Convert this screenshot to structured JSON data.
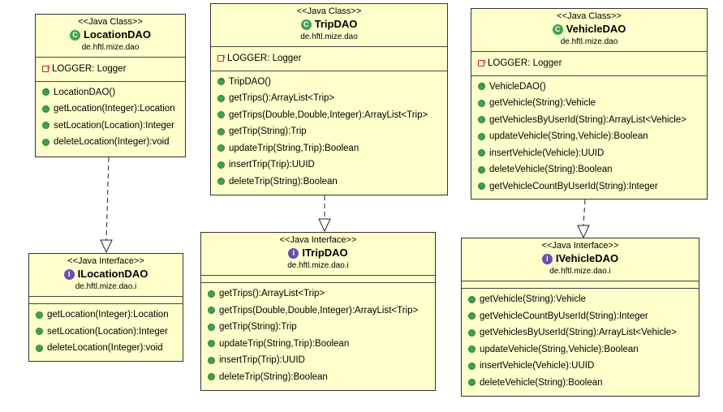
{
  "classes": {
    "location": {
      "stereotype": "<<Java Class>>",
      "name": "LocationDAO",
      "package": "de.hftl.mize.dao",
      "field": "LOGGER: Logger",
      "methods": [
        "LocationDAO()",
        "getLocation(Integer):Location",
        "setLocation(Location):Integer",
        "deleteLocation(Integer):void"
      ]
    },
    "trip": {
      "stereotype": "<<Java Class>>",
      "name": "TripDAO",
      "package": "de.hftl.mize.dao",
      "field": "LOGGER: Logger",
      "methods": [
        "TripDAO()",
        "getTrips():ArrayList<Trip>",
        "getTrips(Double,Double,Integer):ArrayList<Trip>",
        "getTrip(String):Trip",
        "updateTrip(String,Trip):Boolean",
        "insertTrip(Trip):UUID",
        "deleteTrip(String):Boolean"
      ]
    },
    "vehicle": {
      "stereotype": "<<Java Class>>",
      "name": "VehicleDAO",
      "package": "de.hftl.mize.dao",
      "field": "LOGGER: Logger",
      "methods": [
        "VehicleDAO()",
        "getVehicle(String):Vehicle",
        "getVehiclesByUserId(String):ArrayList<Vehicle>",
        "updateVehicle(String,Vehicle):Boolean",
        "insertVehicle(Vehicle):UUID",
        "deleteVehicle(String):Boolean",
        "getVehicleCountByUserId(String):Integer"
      ]
    }
  },
  "interfaces": {
    "location": {
      "stereotype": "<<Java Interface>>",
      "name": "ILocationDAO",
      "package": "de.hftl.mize.dao.i",
      "methods": [
        "getLocation(Integer):Location",
        "setLocation(Location):Integer",
        "deleteLocation(Integer):void"
      ]
    },
    "trip": {
      "stereotype": "<<Java Interface>>",
      "name": "ITripDAO",
      "package": "de.hftl.mize.dao.i",
      "methods": [
        "getTrips():ArrayList<Trip>",
        "getTrips(Double,Double,Integer):ArrayList<Trip>",
        "getTrip(String):Trip",
        "updateTrip(String,Trip):Boolean",
        "insertTrip(Trip):UUID",
        "deleteTrip(String):Boolean"
      ]
    },
    "vehicle": {
      "stereotype": "<<Java Interface>>",
      "name": "IVehicleDAO",
      "package": "de.hftl.mize.dao.i",
      "methods": [
        "getVehicle(String):Vehicle",
        "getVehicleCountByUserId(String):Integer",
        "getVehiclesByUserId(String):ArrayList<Vehicle>",
        "updateVehicle(String,Vehicle):Boolean",
        "insertVehicle(Vehicle):UUID",
        "deleteVehicle(String):Boolean"
      ]
    }
  },
  "icons": {
    "class_icon": "class-icon",
    "interface_icon": "interface-icon",
    "method_icon": "public-method-icon",
    "field_icon": "static-private-field-icon",
    "class_glyph": "C",
    "interface_glyph": "I"
  },
  "colors": {
    "box_fill": "#ffffcc",
    "method_dot": "#3fa34d",
    "interface_icon": "#6a4fb0",
    "field_icon": "#cc2233"
  }
}
